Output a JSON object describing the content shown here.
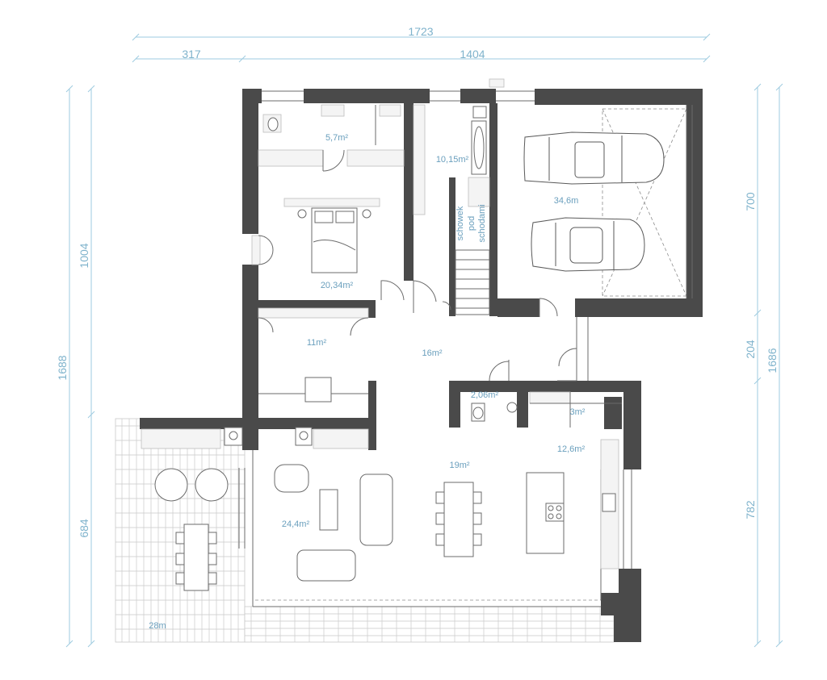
{
  "dimensions": {
    "top_total": "1723",
    "top_left": "317",
    "top_right": "1404",
    "left_upper": "1004",
    "left_total": "1688",
    "left_lower": "684",
    "right_garage": "700",
    "right_mid": "204",
    "right_total": "1686",
    "right_lower": "782"
  },
  "rooms": {
    "bathroom": "5,7m²",
    "bath_hall": "10,15m²",
    "stair_label_1": "schowek",
    "stair_label_2": "pod",
    "stair_label_3": "schodami",
    "garage": "34,6m",
    "bedroom": "20,34m²",
    "study": "11m²",
    "hall": "16m²",
    "wc": "2,06m²",
    "pantry": "3m²",
    "kitchen": "12,6m²",
    "dining": "19m²",
    "living": "24,4m²",
    "terrace": "28m"
  },
  "colors": {
    "wall": "#4a4a4a",
    "dimension": "#7fb3cc",
    "room_label": "#6a9fbd"
  }
}
